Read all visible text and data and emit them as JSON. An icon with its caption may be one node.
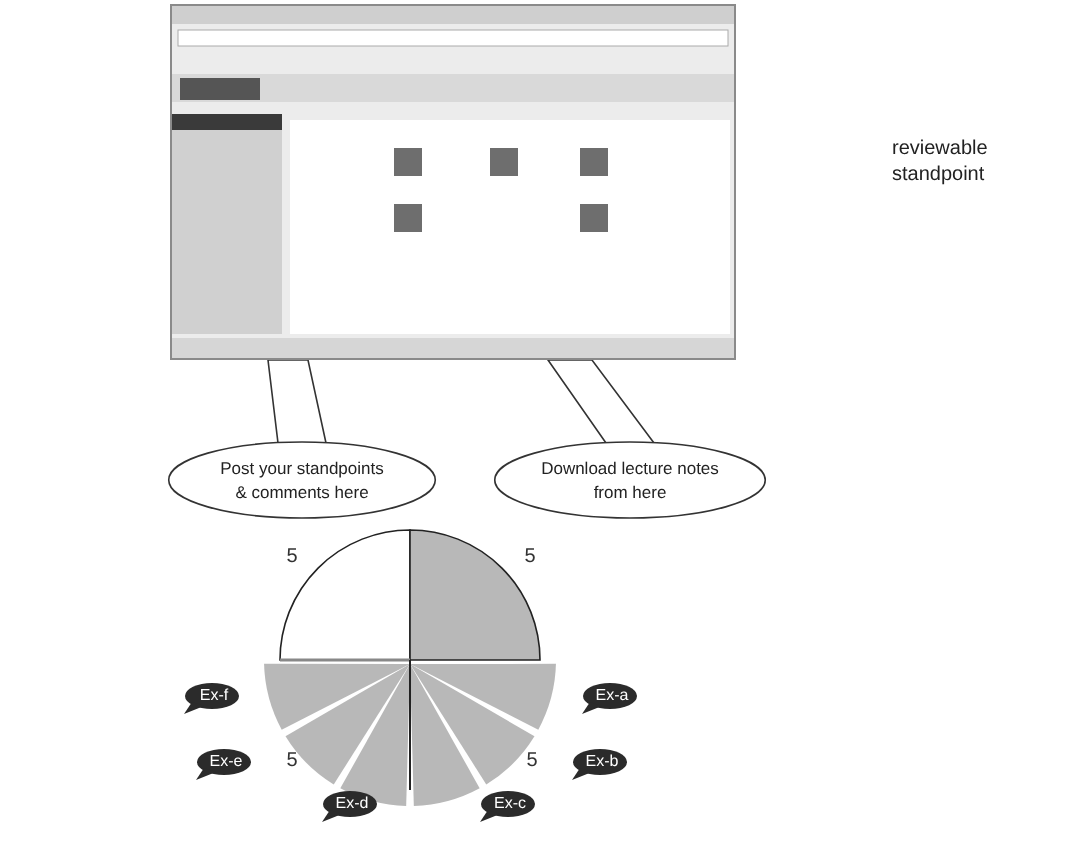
{
  "diagram": {
    "nodes": [
      {
        "text": [],
        "shape": "picture"
      },
      {
        "text": [
          "Post your standpoints & comments here"
        ]
      },
      {
        "text": [
          "Download lecture notes from here"
        ]
      },
      {
        "text": [
          "Ex-a"
        ]
      },
      {
        "text": [
          "Ex-b"
        ]
      },
      {
        "text": [
          "Ex-c"
        ]
      },
      {
        "text": [
          "Ex-d"
        ]
      },
      {
        "text": [
          "Ex-e"
        ]
      },
      {
        "text": [
          "Ex-f"
        ]
      }
    ],
    "edges": [
      {
        "from": 1,
        "to": 0,
        "arrow": "none"
      },
      {
        "from": 2,
        "to": 0,
        "arrow": "none"
      }
    ],
    "labels": [
      "reviewable standpoint",
      "5",
      "5",
      "5",
      "5"
    ]
  }
}
